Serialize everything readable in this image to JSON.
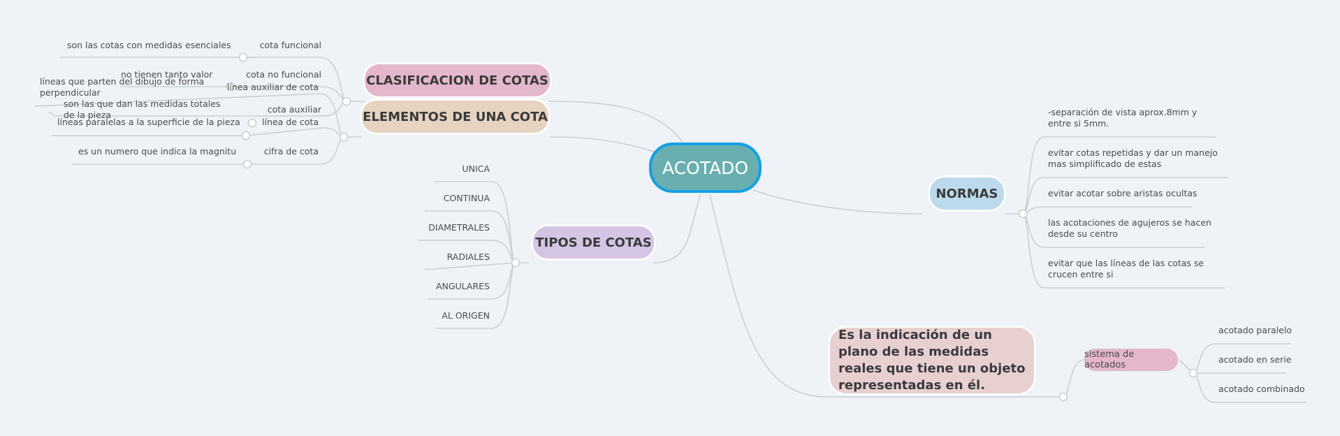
{
  "root": {
    "label": "ACOTADO",
    "fill": "#6aafb0",
    "border": "#14a0e6"
  },
  "topics": {
    "clasificacion": {
      "label": "CLASIFICACION DE COTAS",
      "fill": "#e4b7cd"
    },
    "elementos": {
      "label": "ELEMENTOS DE UNA COTA",
      "fill": "#e6d3c1"
    },
    "tipos": {
      "label": "TIPOS DE COTAS",
      "fill": "#d5c5e5"
    },
    "normas": {
      "label": "NORMAS",
      "fill": "#bcdaec"
    },
    "definition": {
      "label": "Es la indicación de un plano de las medidas reales que tiene un objeto representadas en él.",
      "fill": "#e8d0d0"
    },
    "sistema": {
      "label": "sistema de acotados",
      "fill": "#e4b7cd"
    }
  },
  "clasificacion_items": [
    {
      "label": "cota funcional",
      "detail": "son las cotas con medidas esenciales"
    },
    {
      "label": "cota no funcional",
      "detail": "no tienen tanto valor"
    },
    {
      "label": "cota auxiliar",
      "detail": "son las que dan las medidas totales de la pieza"
    }
  ],
  "elementos_items": [
    {
      "label": "línea auxiliar de cota",
      "detail": "líneas que parten del dibujo de forma perpendicular"
    },
    {
      "label": "línea de cota",
      "detail": "líneas paralelas a la superficie de la pieza"
    },
    {
      "label": "cifra de cota",
      "detail": "es un numero que indica la magnitu"
    }
  ],
  "tipos_items": [
    "UNICA",
    "CONTINUA",
    "DIAMETRALES",
    "RADIALES",
    "ANGULARES",
    "AL ORIGEN"
  ],
  "normas_items": [
    "-separación de vista aprox.8mm y entre si 5mm.",
    "evitar cotas repetidas y dar un manejo mas simplificado de estas",
    "evitar acotar sobre aristas ocultas",
    "las acotaciones de agujeros se hacen desde su centro",
    "evitar que las líneas de las cotas se crucen entre si"
  ],
  "sistema_items": [
    "acotado paralelo",
    "acotado en serie",
    "acotado combinado"
  ],
  "colors": {
    "connector": "#c9cfd4",
    "text": "#4a4a4a",
    "background": "#eff3f7"
  }
}
